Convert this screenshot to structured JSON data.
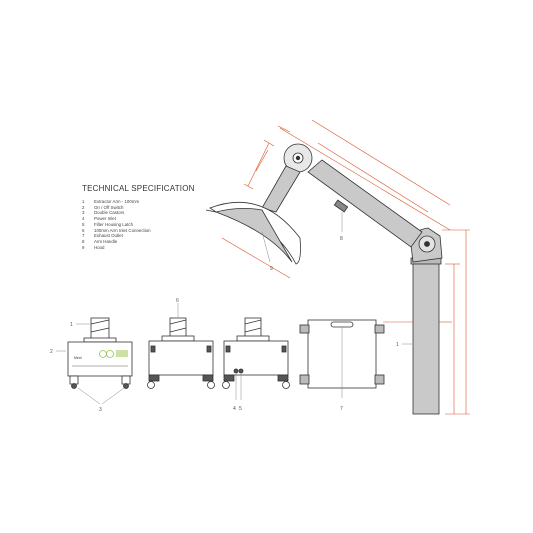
{
  "spec": {
    "title": "TECHNICAL SPECIFICATION",
    "items": [
      {
        "num": "1",
        "label": "Extractor Arm - 100mm"
      },
      {
        "num": "2",
        "label": "On / Off Switch"
      },
      {
        "num": "3",
        "label": "Double Castors"
      },
      {
        "num": "4",
        "label": "Power Inlet"
      },
      {
        "num": "5",
        "label": "Filter Housing Latch"
      },
      {
        "num": "6",
        "label": "100mm Arm Inlet Connection"
      },
      {
        "num": "7",
        "label": "Exhaust Outlet"
      },
      {
        "num": "8",
        "label": "Arm Handle"
      },
      {
        "num": "9",
        "label": "Hood"
      }
    ]
  },
  "callouts": {
    "front_arm": "1",
    "front_switch": "2",
    "front_castors": "3",
    "side_inlet": "6",
    "rear_power": "4",
    "rear_latch": "5",
    "top_exhaust": "7",
    "arm_pipe": "1",
    "arm_handle": "8",
    "arm_hood": "9"
  },
  "colors": {
    "outline": "#333333",
    "arm_fill": "#c9c9c9",
    "dimension": "#d9572c",
    "accent_green": "#9bc34a"
  }
}
